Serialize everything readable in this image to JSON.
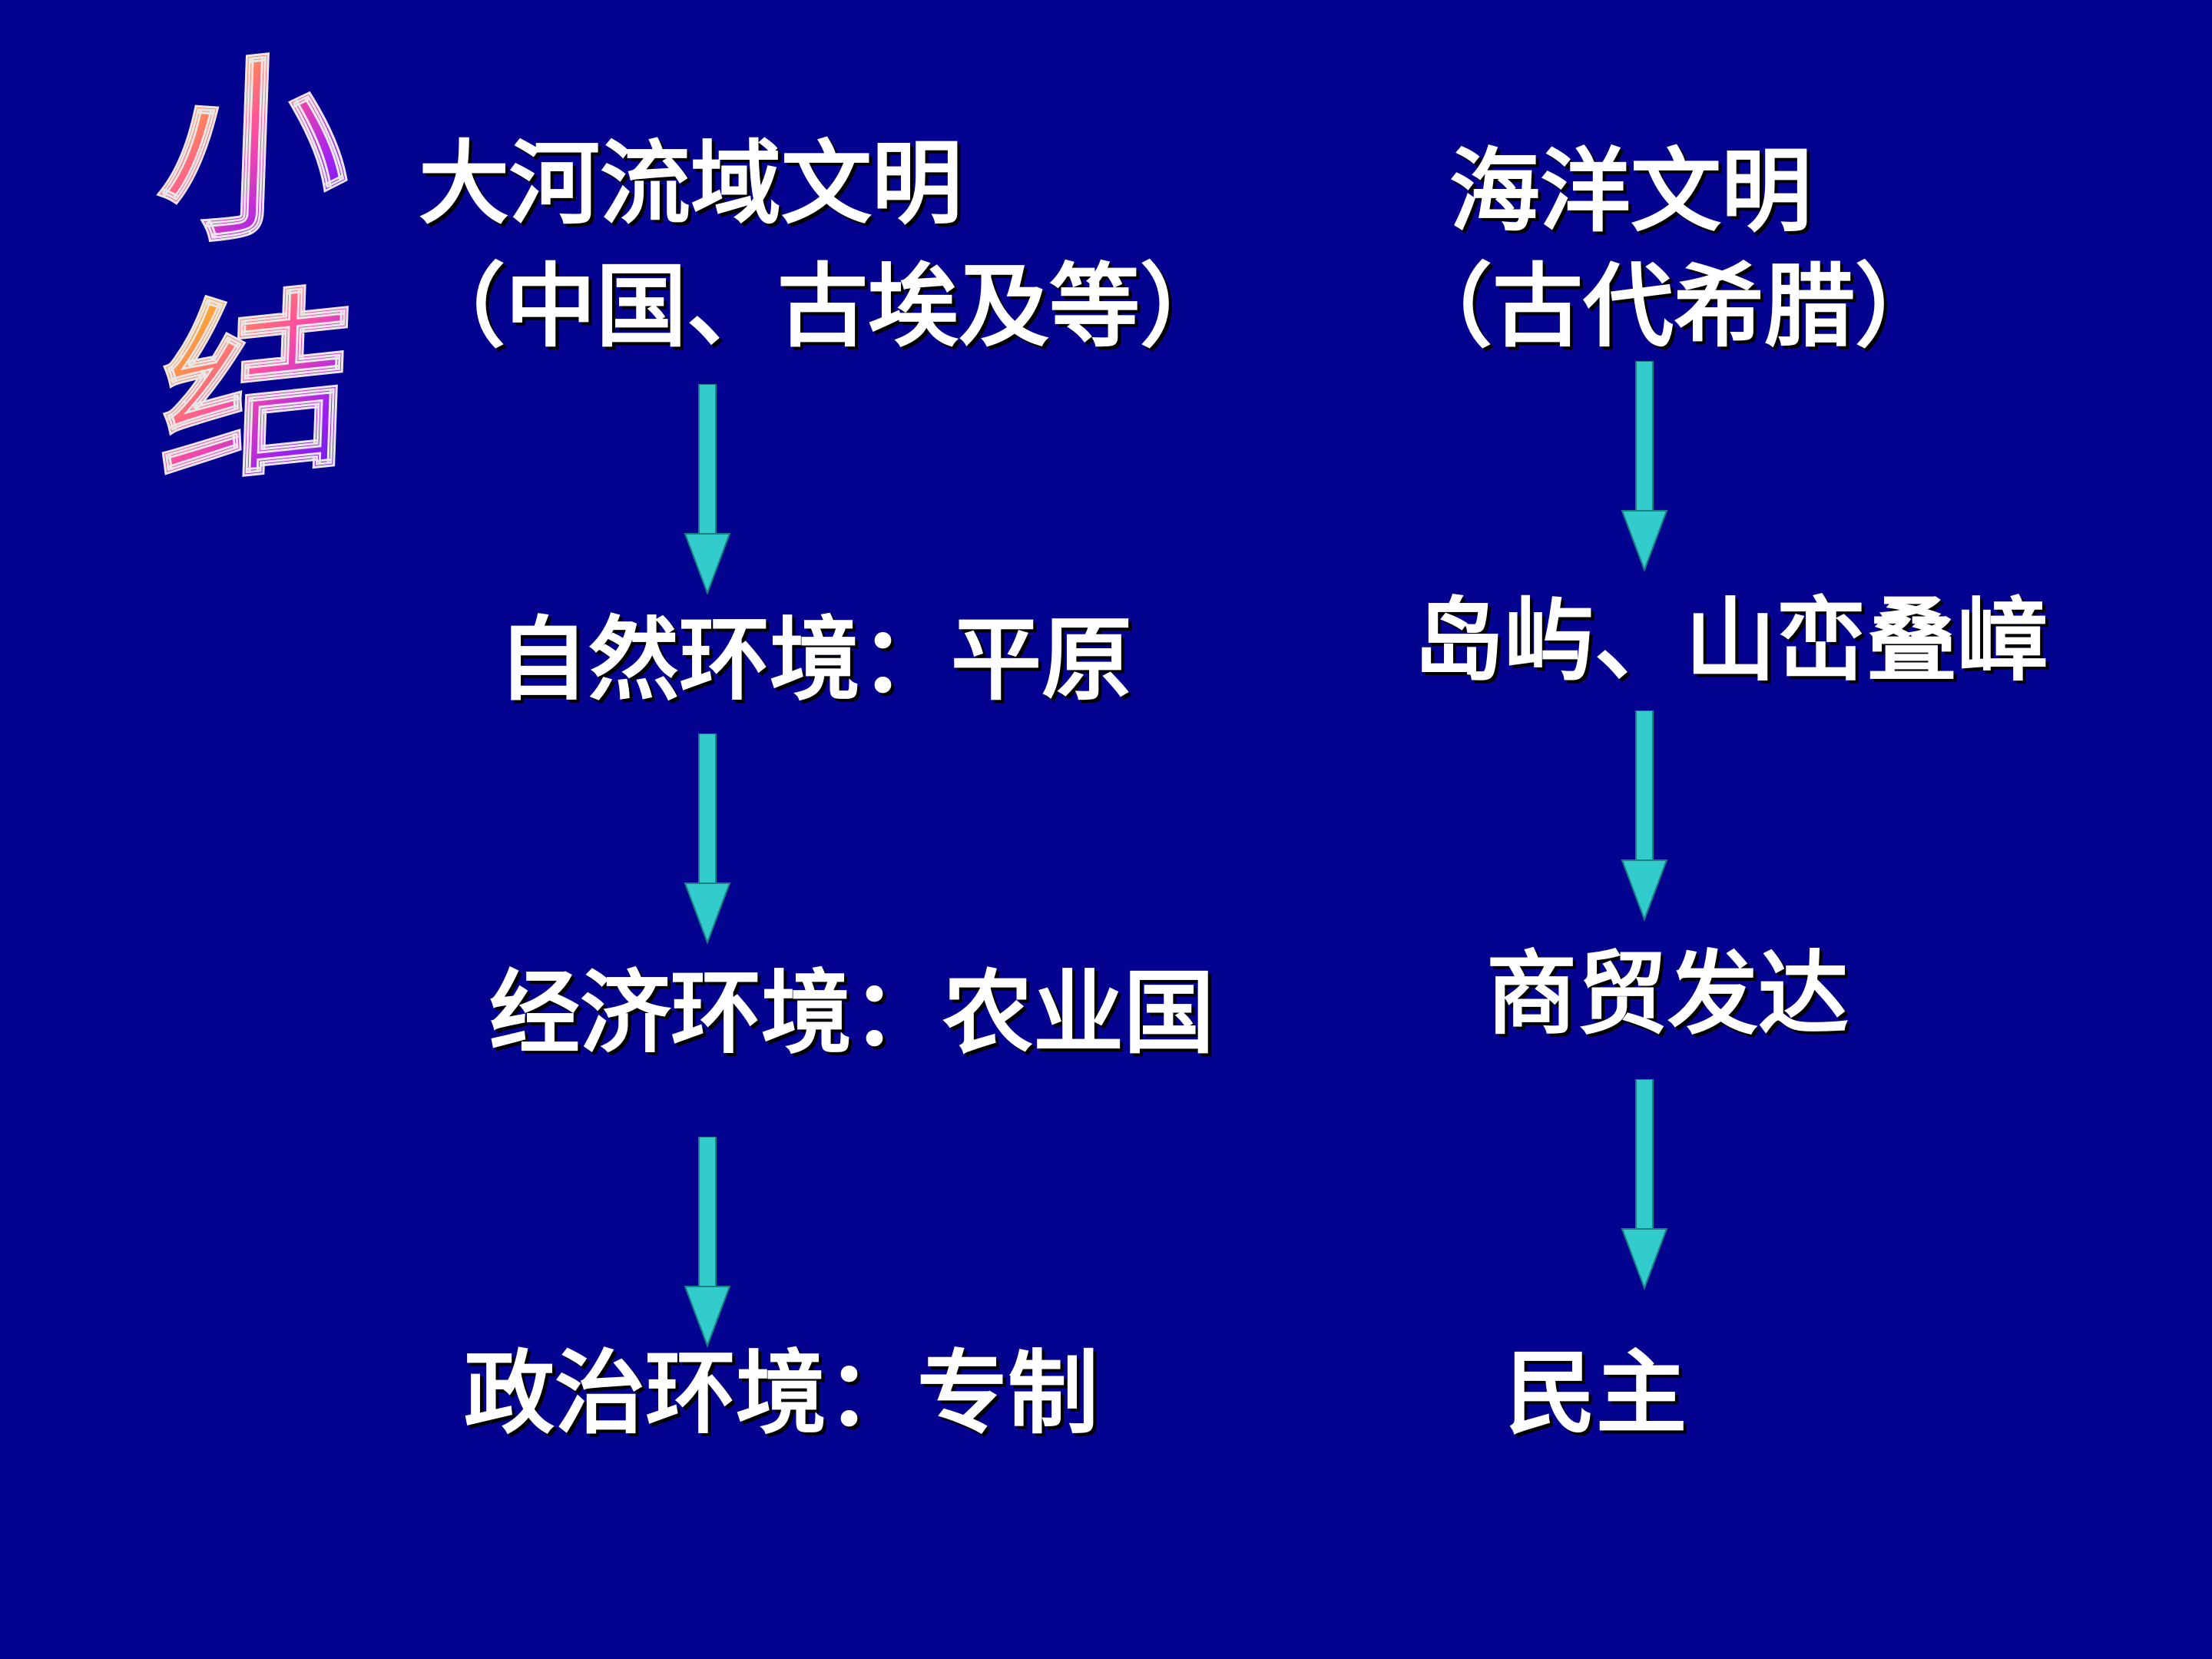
{
  "summary": {
    "char_top": "小",
    "char_bottom": "结"
  },
  "left": {
    "heading": "大河流域文明",
    "subheading": "（中国、古埃及等）",
    "nature": "自然环境：平原",
    "economy": "经济环境：农业国",
    "politics": "政治环境：专制"
  },
  "right": {
    "heading": "海洋文明",
    "subheading": "（古代希腊）",
    "nature": "岛屿、山峦叠嶂",
    "economy": "商贸发达",
    "politics": "民主"
  },
  "colors": {
    "background": "#040390",
    "text": "#ffffff",
    "arrow": "#33cccc"
  }
}
